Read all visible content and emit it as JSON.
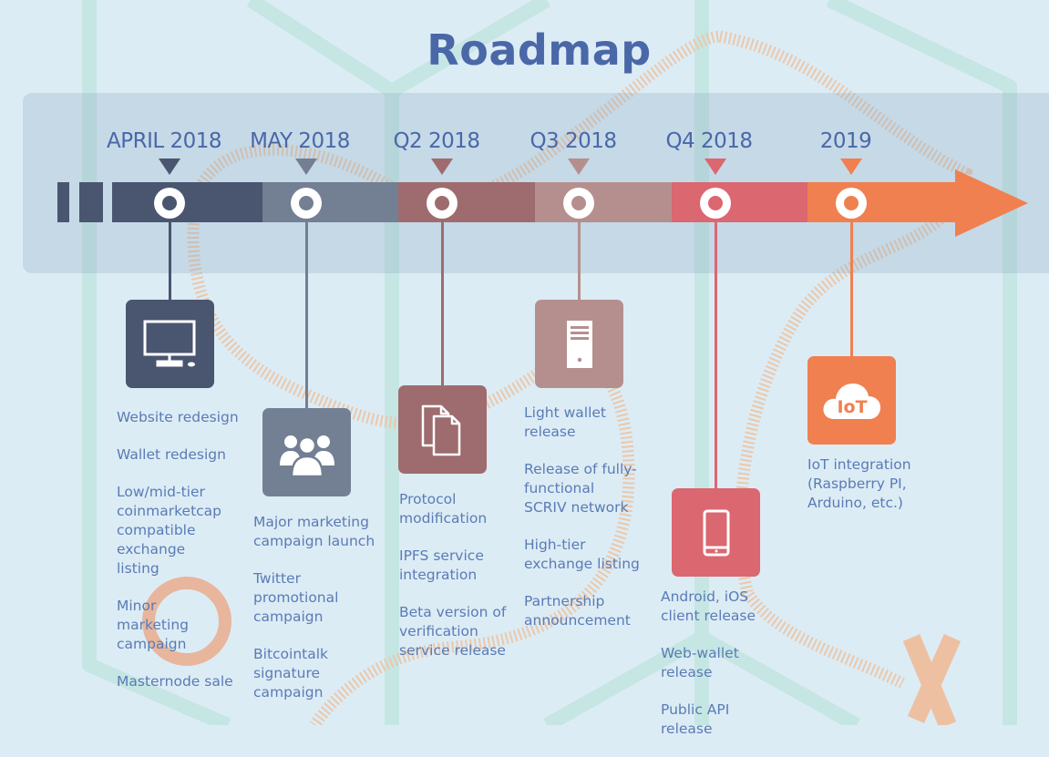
{
  "title": "Roadmap",
  "phases": [
    {
      "label": "APRIL 2018",
      "color": "#4a5570",
      "icon": "desktop-monitor-icon",
      "items": [
        "Website redesign",
        "Wallet redesign",
        "Low/mid-tier coinmarketcap compatible exchange listing",
        "Minor marketing campaign",
        "Masternode sale"
      ]
    },
    {
      "label": "MAY 2018",
      "color": "#737f93",
      "icon": "group-people-icon",
      "items": [
        "Major marketing campaign launch",
        "Twitter promotional campaign",
        "Bitcointalk signature campaign"
      ]
    },
    {
      "label": "Q2 2018",
      "color": "#9e6c6e",
      "icon": "documents-icon",
      "items": [
        "Protocol modification",
        "IPFS service integration",
        "Beta version of verification service release"
      ]
    },
    {
      "label": "Q3 2018",
      "color": "#b58f8e",
      "icon": "server-tower-icon",
      "items": [
        "Light wallet release",
        "Release of fully-functional SCRIV network",
        "High-tier exchange listing",
        "Partnership announcement"
      ]
    },
    {
      "label": "Q4 2018",
      "color": "#db6770",
      "icon": "smartphone-icon",
      "items": [
        "Android, iOS client release",
        "Web-wallet release",
        "Public API release"
      ]
    },
    {
      "label": "2019",
      "color": "#f08050",
      "icon": "iot-cloud-icon",
      "icon_text": "IoT",
      "items": [
        "IoT integration (Raspberry PI, Arduino, etc.)"
      ]
    }
  ]
}
